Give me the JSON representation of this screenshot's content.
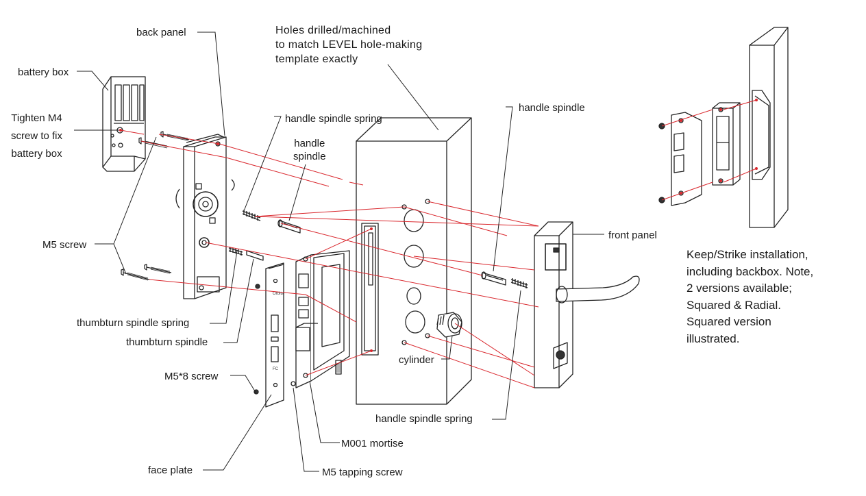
{
  "labels": {
    "back_panel": "back panel",
    "battery_box": "battery box",
    "tighten": [
      "Tighten M4",
      "screw to fix",
      "battery box"
    ],
    "holes_note": [
      "Holes drilled/machined",
      "to match LEVEL hole-making",
      "template exactly"
    ],
    "handle_spindle_spring_top": "handle spindle spring",
    "handle_spindle_mid": [
      "handle",
      "spindle"
    ],
    "handle_spindle_right": "handle spindle",
    "m5_screw": "M5 screw",
    "front_panel": "front panel",
    "thumbturn_spindle_spring": "thumbturn spindle spring",
    "thumbturn_spindle": "thumbturn spindle",
    "cylinder": "cylinder",
    "m5x8_screw": "M5*8 screw",
    "handle_spindle_spring_bottom": "handle spindle spring",
    "m001_mortise": "M001 mortise",
    "face_plate": "face plate",
    "m5_tapping_screw": "M5 tapping screw"
  },
  "keep_note": [
    "Keep/Strike installation,",
    "including backbox. Note,",
    "2 versions available;",
    "Squared & Radial.",
    "Squared version",
    "illustrated."
  ],
  "colors": {
    "line": "#222222",
    "guide": "#d9262c",
    "fill": "#ffffff",
    "dark": "#333333"
  }
}
